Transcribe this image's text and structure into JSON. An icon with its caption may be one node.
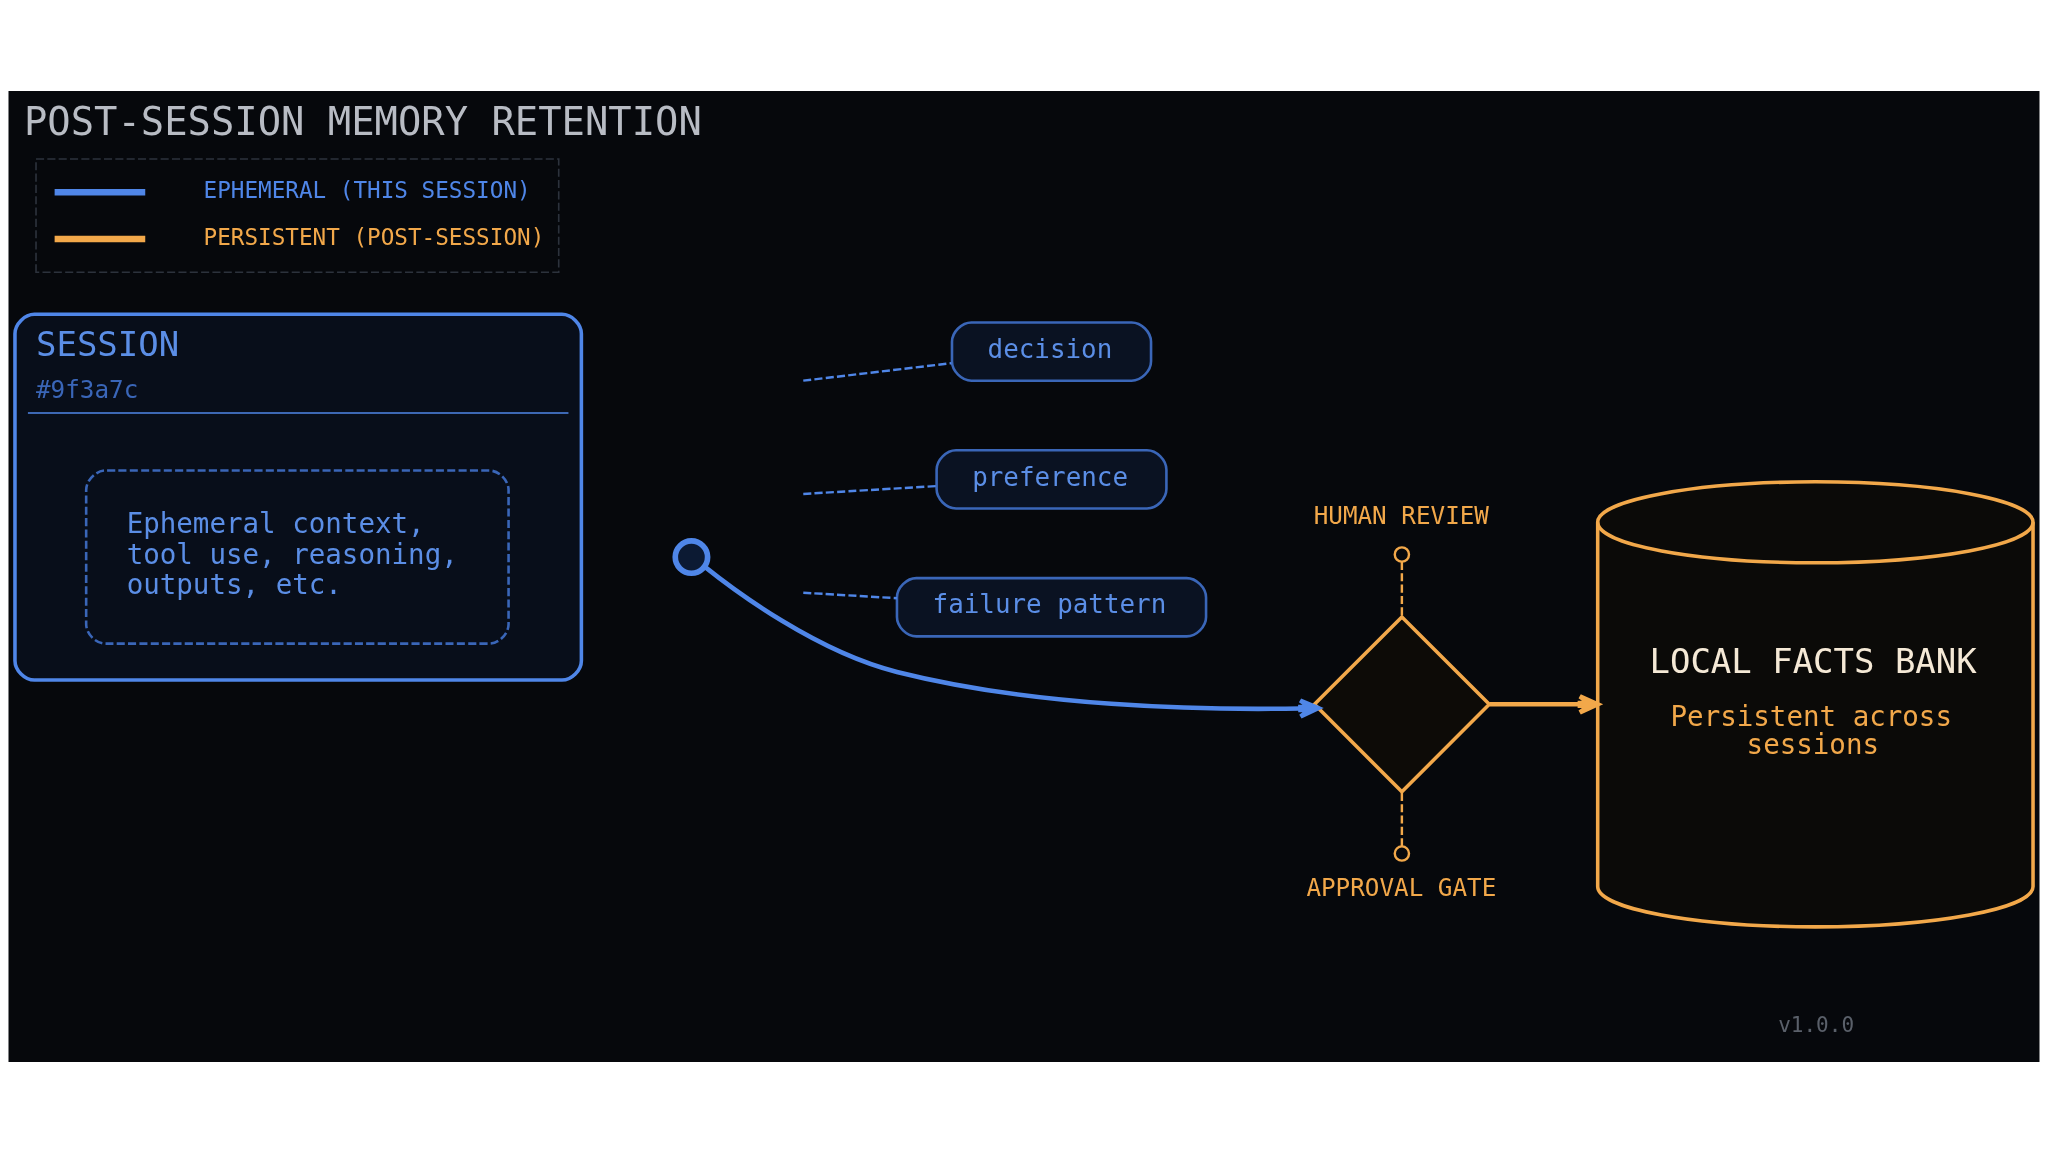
{
  "diagram": {
    "title": "POST-SESSION MEMORY RETENTION",
    "nodes": [
      {
        "text": [
          "SESSION",
          "#9f3a7c"
        ]
      },
      {
        "text": [
          "Ephemeral context, tool use, reasoning, outputs, etc."
        ],
        "in": 0
      },
      {
        "text": [],
        "shape": "circle"
      },
      {
        "text": [
          "decision"
        ]
      },
      {
        "text": [
          "preference"
        ]
      },
      {
        "text": [
          "failure pattern"
        ]
      },
      {
        "text": [
          "HUMAN REVIEW"
        ]
      },
      {
        "text": [],
        "shape": "diamond"
      },
      {
        "text": [
          "APPROVAL GATE"
        ]
      },
      {
        "text": [
          "LOCAL FACTS BANK",
          "Persistent across sessions"
        ]
      }
    ],
    "edges": [
      {
        "from": 2,
        "to": 7,
        "arrow": "to"
      },
      {
        "from": null,
        "to": 3,
        "arrow": "none",
        "style": "dashed"
      },
      {
        "from": null,
        "to": 4,
        "arrow": "none",
        "style": "dashed"
      },
      {
        "from": null,
        "to": 5,
        "arrow": "none",
        "style": "dashed"
      },
      {
        "from": 6,
        "to": 7,
        "arrow": "other",
        "style": "dashed",
        "color": "#f2a84a"
      },
      {
        "from": 8,
        "to": 7,
        "arrow": "other",
        "style": "dashed",
        "color": "#f2a84a"
      },
      {
        "from": 7,
        "to": 9,
        "arrow": "to",
        "color": "#f2a84a"
      }
    ],
    "labels": [
      "v1.0.0"
    ],
    "legend": [
      {
        "text": "EPHEMERAL (THIS SESSION)"
      },
      {
        "text": "PERSISTENT (POST-SESSION)"
      }
    ]
  }
}
